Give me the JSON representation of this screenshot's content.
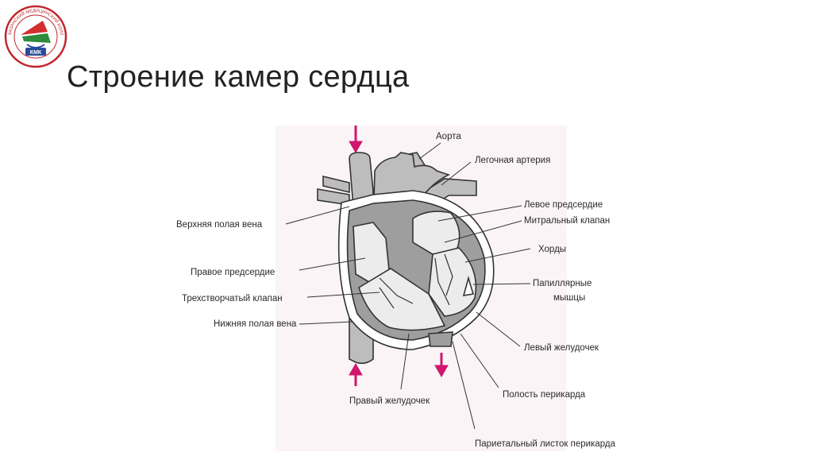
{
  "header": {
    "title": "Строение камер сердца",
    "logo": {
      "icon": "college-emblem-icon",
      "ring_text": "КАЗАНСКИЙ МЕДИЦИНСКИЙ КОЛЛЕДЖ",
      "badge_text": "КМК",
      "colors": {
        "ring": "#c0252a",
        "red": "#d32f2f",
        "green": "#2e8b3d",
        "blue": "#2a4c9a"
      }
    }
  },
  "diagram": {
    "background": "#faf4f7",
    "arrow_color": "#d0166e",
    "labels": {
      "aorta": "Аорта",
      "pulmonary_artery": "Легочная артерия",
      "left_atrium": "Левое предсердие",
      "mitral_valve": "Митральный клапан",
      "chordae": "Хорды",
      "papillary_1": "Папиллярные",
      "papillary_2": "мышцы",
      "left_ventricle": "Левый желудочек",
      "pericardial_cavity": "Полость перикарда",
      "parietal_pericardium": "Париетальный листок перикарда",
      "superior_vena_cava": "Верхняя полая вена",
      "right_atrium": "Правое предсердие",
      "tricuspid_valve": "Трехстворчатый клапан",
      "inferior_vena_cava": "Нижняя полая вена",
      "right_ventricle": "Правый желудочек"
    }
  }
}
